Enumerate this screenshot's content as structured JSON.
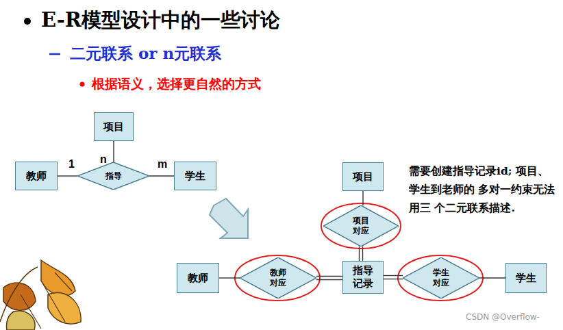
{
  "diagram": {
    "title": "E-R模型设计中的一些讨论",
    "nodes": [
      {
        "text": [
          "项目"
        ]
      },
      {
        "text": [
          "教师"
        ]
      },
      {
        "text": [
          "指导"
        ]
      },
      {
        "text": [
          "学生"
        ]
      },
      {
        "text": [
          "项目"
        ]
      },
      {
        "text": [
          "项目 对应"
        ]
      },
      {
        "text": [
          "教师"
        ]
      },
      {
        "text": [
          "教师 对应"
        ]
      },
      {
        "text": [
          "指导 记录"
        ]
      },
      {
        "text": [
          "学生 对应"
        ]
      },
      {
        "text": [
          "学生"
        ]
      }
    ],
    "edges": [
      {
        "from": 1,
        "to": 2,
        "arrow": "none",
        "label": "1"
      },
      {
        "from": 0,
        "to": 2,
        "arrow": "none",
        "label": "n"
      },
      {
        "from": 2,
        "to": 3,
        "arrow": "none",
        "label": "m"
      },
      {
        "from": 4,
        "to": 5,
        "arrow": "none"
      },
      {
        "from": 5,
        "to": 8,
        "arrow": "none"
      },
      {
        "from": 6,
        "to": 7,
        "arrow": "none"
      },
      {
        "from": 7,
        "to": 8,
        "arrow": "none"
      },
      {
        "from": 8,
        "to": 9,
        "arrow": "none"
      },
      {
        "from": 9,
        "to": 10,
        "arrow": "none"
      }
    ],
    "labels": [
      "二元联系 or n元联系",
      "根据语义，选择更自然的方式",
      "需要创建指导记录id; 项目、学生到老师的 多对一约束无法用三 个二元联系描述.",
      "CSDN @Overflow-"
    ]
  }
}
